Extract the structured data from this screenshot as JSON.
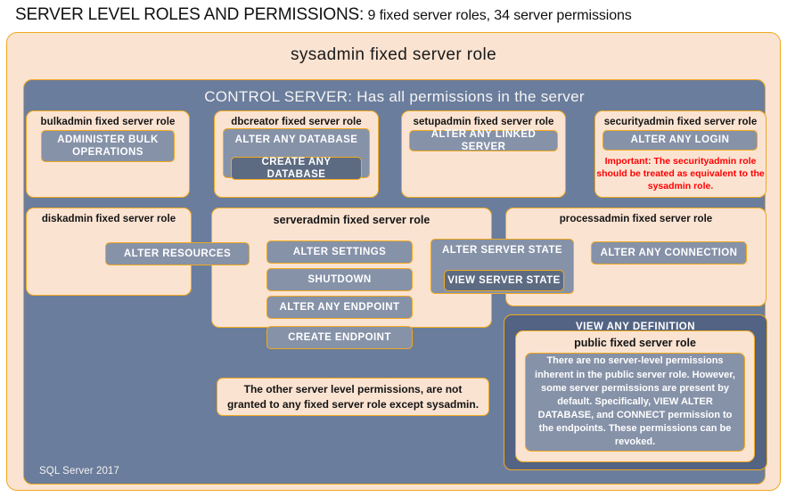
{
  "title": {
    "main": "SERVER LEVEL ROLES AND PERMISSIONS:",
    "sub": " 9 fixed server roles, 34 server permissions"
  },
  "sysadmin": {
    "label": "sysadmin fixed server role"
  },
  "control_server": {
    "label": "CONTROL SERVER: Has all permissions in the server",
    "footer": "SQL Server 2017"
  },
  "roles": {
    "bulkadmin": {
      "title": "bulkadmin fixed server role",
      "permissions": [
        "ADMINISTER  BULK OPERATIONS"
      ]
    },
    "dbcreator": {
      "title": "dbcreator fixed server role",
      "permissions": [
        "ALTER ANY DATABASE",
        "CREATE  ANY DATABASE"
      ]
    },
    "setupadmin": {
      "title": "setupadmin fixed server role",
      "permissions": [
        "ALTER ANY LINKED SERVER"
      ]
    },
    "securityadmin": {
      "title": "securityadmin  fixed server role",
      "permissions": [
        "ALTER ANY LOGIN"
      ],
      "warning": "Important:  The securityadmin role should  be treated as equivalent to the  sysadmin role."
    },
    "diskadmin": {
      "title": "diskadmin  fixed server role",
      "permissions": [
        "ALTER RESOURCES"
      ]
    },
    "serveradmin": {
      "title": "serveradmin fixed server role",
      "permissions": [
        "ALTER SETTINGS",
        "SHUTDOWN",
        "ALTER ANY ENDPOINT",
        "CREATE  ENDPOINT"
      ]
    },
    "processadmin": {
      "title": "processadmin  fixed server role",
      "permissions": [
        "ALTER ANY CONNECTION"
      ]
    },
    "shared_state": {
      "outer": "ALTER SERVER STATE",
      "inner": "VIEW SERVER STATE"
    },
    "public": {
      "view_any_definition": "VIEW ANY DEFINITION",
      "title": "public  fixed server role",
      "body": "There are no server-level permissions inherent in the public server role. However, some server permissions are present by default. Specifically, VIEW ALTER DATABASE, and CONNECT permission to the endpoints. These permissions can be revoked."
    }
  },
  "notes": {
    "other_permissions": "The other server level permissions,  are not granted to any fixed server role except sysadmin."
  },
  "colors": {
    "peach": "#fbe3d2",
    "gold_border": "#f0a91e",
    "steel_blue": "#6b7d9c",
    "chip_blue": "#8692a8",
    "chip_blue_dark": "#5d6b82",
    "slate_dark": "#526383",
    "warning_red": "#ff0000"
  }
}
